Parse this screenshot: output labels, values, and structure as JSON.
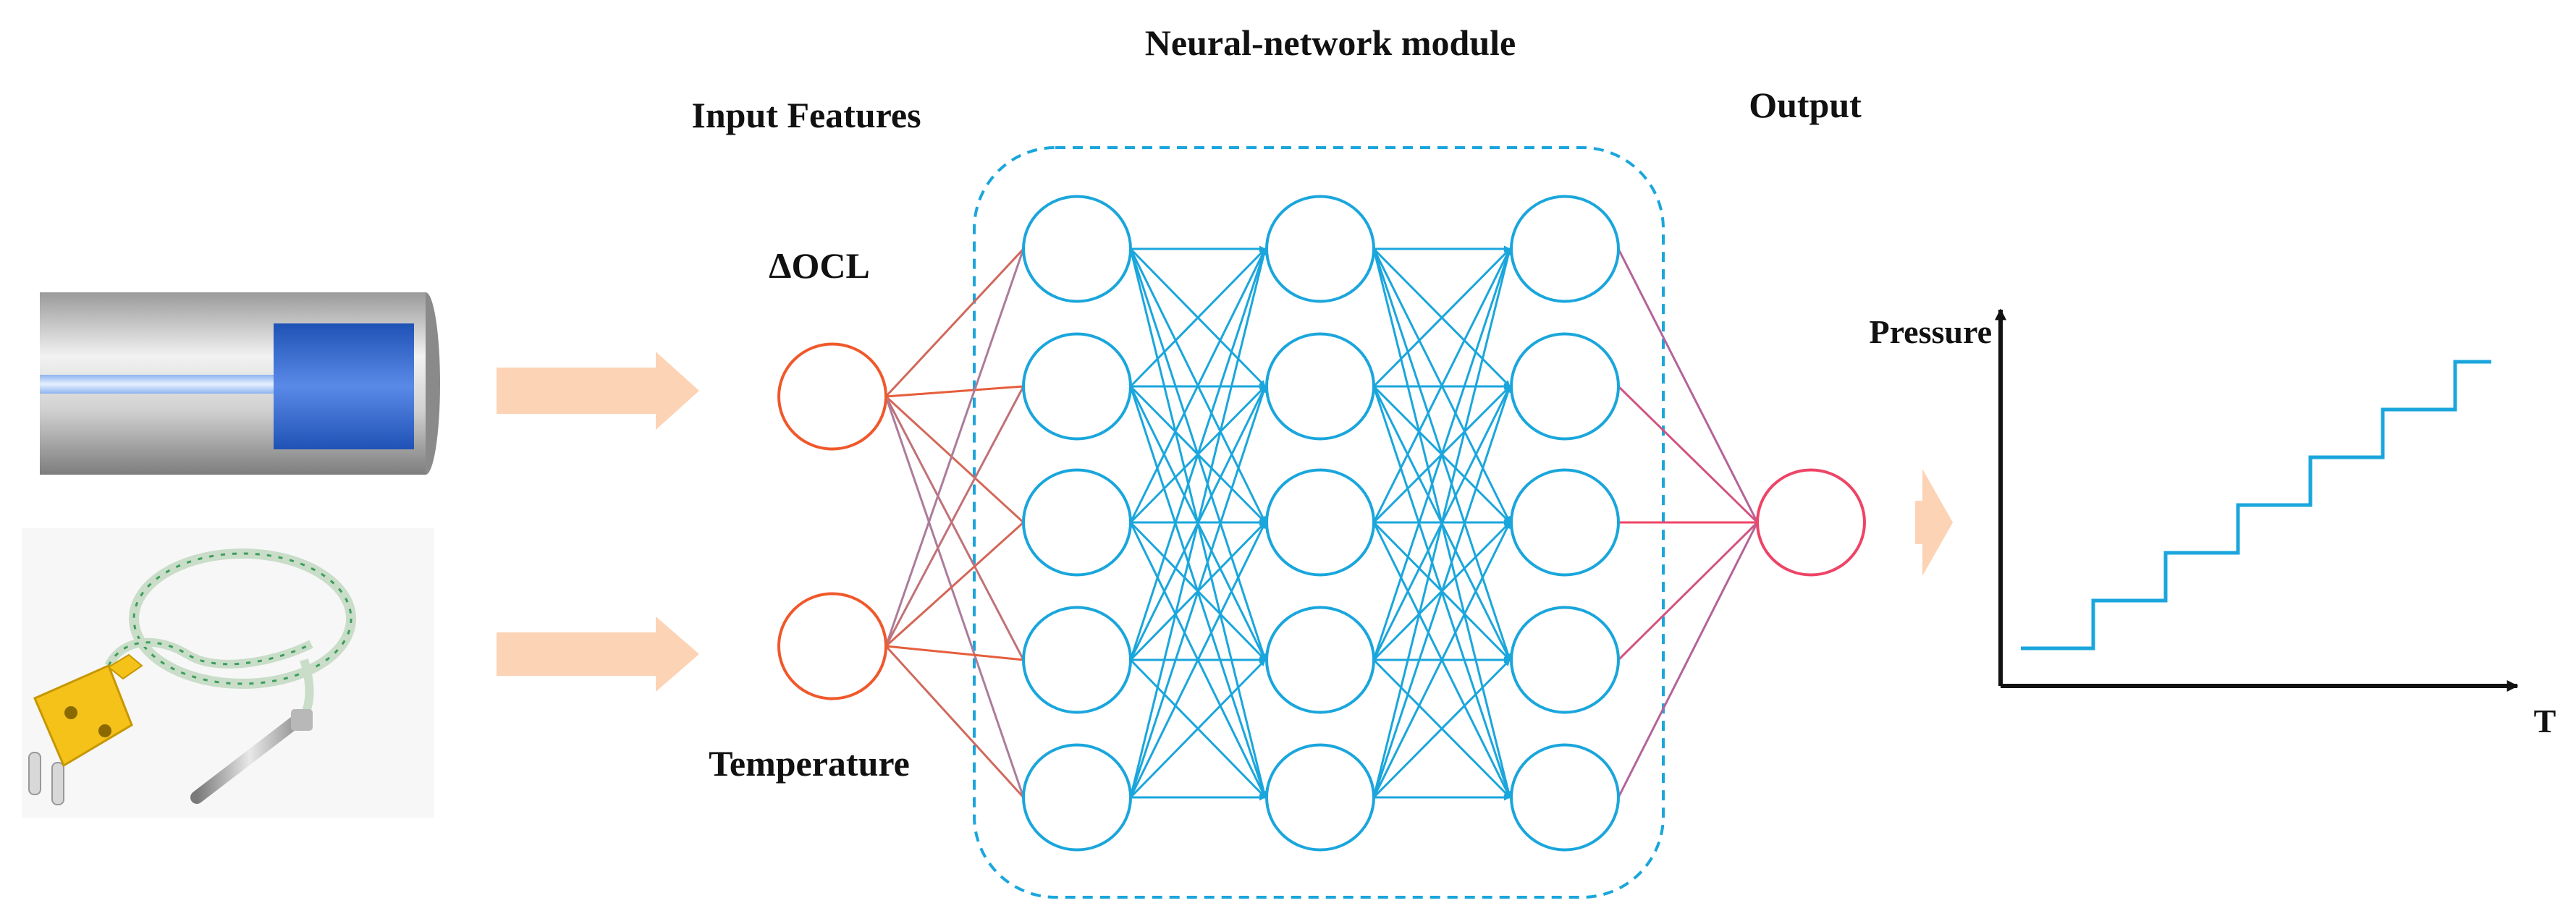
{
  "labels": {
    "module_title": "Neural-network module",
    "input_features": "Input Features",
    "output": "Output",
    "delta_ocl": "ΔOCL",
    "temperature": "Temperature",
    "y_axis": "Pressure",
    "x_axis": "T"
  },
  "network": {
    "input_nodes": 2,
    "hidden_layers": [
      5,
      5,
      5
    ],
    "output_nodes": 1
  },
  "icons": {
    "sensor": "optical-fiber-sensor-icon",
    "thermocouple": "thermocouple-probe-icon"
  },
  "colors": {
    "input_node": "#f0582a",
    "hidden_node": "#1aa6dc",
    "output_node": "#ee4466",
    "arrow": "#fdd3b5",
    "axis": "#111111",
    "staircase": "#1aa6dc"
  },
  "chart_data": {
    "type": "line",
    "title": "",
    "xlabel": "T",
    "ylabel": "Pressure",
    "ticks": "none",
    "series": [
      {
        "x": [
          0,
          1,
          1,
          2,
          2,
          3,
          3,
          4,
          4,
          5,
          5,
          6,
          6,
          6.5
        ],
        "y": [
          0,
          0,
          1,
          1,
          2,
          2,
          3,
          3,
          4,
          4,
          5,
          5,
          6,
          6
        ]
      }
    ]
  }
}
